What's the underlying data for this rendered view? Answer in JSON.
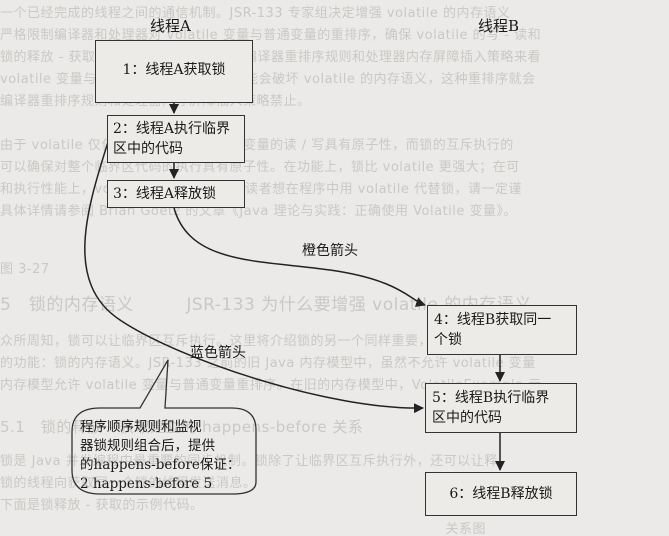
{
  "lanes": {
    "thread_a": "线程A",
    "thread_b": "线程B"
  },
  "nodes": {
    "a1": "1：线程A获取锁",
    "a2_line1": "2：线程A执行临界",
    "a2_line2": "区中的代码",
    "a3": "3：线程A释放锁",
    "b4_line1": "4：线程B获取同一",
    "b4_line2": "个锁",
    "b5_line1": "5：线程B执行临界",
    "b5_line2": "区中的代码",
    "b6": "6：线程B释放锁"
  },
  "labels": {
    "orange_arrow": "橙色箭头",
    "blue_arrow": "蓝色箭头"
  },
  "note": {
    "line1": "程序顺序规则和监视",
    "line2": "器锁规则组合后，提供",
    "line3": "的happens-before保证：",
    "line4": "2 happens-before 5"
  }
}
